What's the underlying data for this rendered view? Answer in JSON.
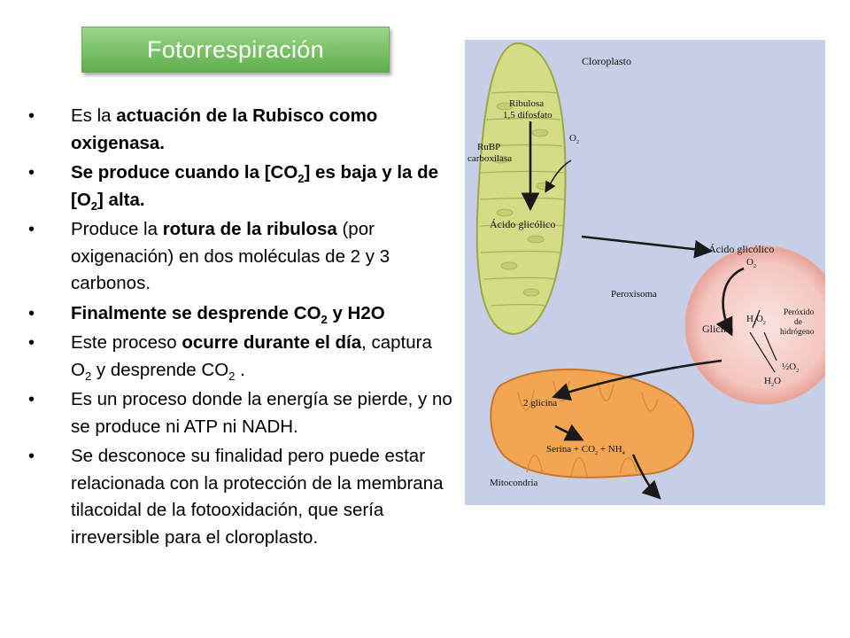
{
  "title": "Fotorrespiración",
  "bullets": [
    {
      "parts": [
        {
          "t": "Es la "
        },
        {
          "t": "actuación de la Rubisco como oxigenasa.",
          "b": true
        }
      ]
    },
    {
      "parts": [
        {
          "t": "Se produce cuando la [CO",
          "b": true
        },
        {
          "t": "2",
          "b": true,
          "sub": true
        },
        {
          "t": "] es baja y la de [O",
          "b": true
        },
        {
          "t": "2",
          "b": true,
          "sub": true
        },
        {
          "t": "] alta.",
          "b": true
        }
      ]
    },
    {
      "parts": [
        {
          "t": "Produce la "
        },
        {
          "t": "rotura de la ribulosa",
          "b": true
        },
        {
          "t": " (por oxigenación) en dos moléculas de 2 y 3 carbonos."
        }
      ]
    },
    {
      "parts": [
        {
          "t": "Finalmente se desprende CO",
          "b": true
        },
        {
          "t": "2",
          "b": true,
          "sub": true
        },
        {
          "t": " y H2O",
          "b": true
        }
      ]
    },
    {
      "parts": [
        {
          "t": "Este proceso  "
        },
        {
          "t": "ocurre durante el día",
          "b": true
        },
        {
          "t": ", captura O"
        },
        {
          "t": "2",
          "sub": true
        },
        {
          "t": " y desprende CO"
        },
        {
          "t": "2",
          "sub": true
        },
        {
          "t": " ."
        }
      ]
    },
    {
      "parts": [
        {
          "t": "Es un proceso donde la energía se pierde, y no se produce ni ATP ni NADH."
        }
      ]
    },
    {
      "parts": [
        {
          "t": "Se desconoce su finalidad pero puede estar relacionada con la protección de la membrana tilacoidal de la fotooxidación, que sería irreversible para el cloroplasto."
        }
      ]
    }
  ],
  "diagram": {
    "cloroplasto": "Cloroplasto",
    "ribulosa_1": "Ribulosa",
    "ribulosa_2": "1,5 difosfato",
    "rubp_1": "RuBP",
    "rubp_2": "carboxilasa",
    "o2_chl": "O",
    "o2_chl_sub": "2",
    "acido_chl": "Ácido glicólico",
    "acido_per": "Ácido glicólico",
    "o2_per": "O",
    "o2_per_sub": "2",
    "peroxisoma": "Peroxisoma",
    "h2o2": "H",
    "h2o2_s1": "2",
    "h2o2_mid": "O",
    "h2o2_s2": "2",
    "peroxido_1": "Peróxido",
    "peroxido_2": "de",
    "peroxido_3": "hidrógeno",
    "glicina": "Glicina",
    "half_o2": "½O",
    "half_o2_sub": "2",
    "h2o": "H",
    "h2o_s": "2",
    "h2o_o": "O",
    "dos_glicina": "2 glicina",
    "serina": "Serina + CO",
    "serina_sub": "2",
    "nh": " + NH",
    "nh_sub": "4",
    "mitocondria": "Mitocondria"
  },
  "colors": {
    "title_green": "#7fc46d",
    "diagram_bg": "#c6cfe6",
    "chloroplast": "#d8e08a",
    "peroxisome": "#f6c8c2",
    "mitochondrion": "#f0a450"
  }
}
